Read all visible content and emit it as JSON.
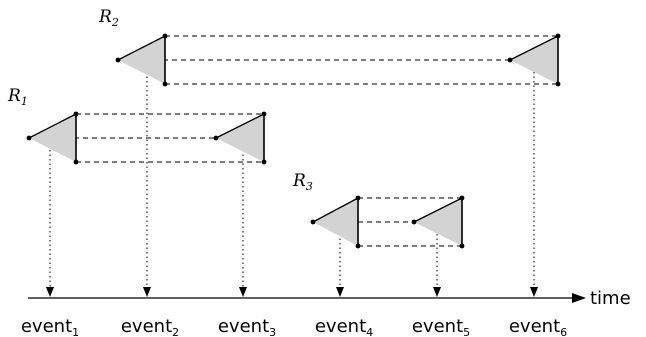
{
  "diagram": {
    "timeline": {
      "label": "time"
    },
    "events": [
      {
        "id": "event1",
        "text": "event",
        "sub": "1"
      },
      {
        "id": "event2",
        "text": "event",
        "sub": "2"
      },
      {
        "id": "event3",
        "text": "event",
        "sub": "3"
      },
      {
        "id": "event4",
        "text": "event",
        "sub": "4"
      },
      {
        "id": "event5",
        "text": "event",
        "sub": "5"
      },
      {
        "id": "event6",
        "text": "event",
        "sub": "6"
      }
    ],
    "regions": [
      {
        "id": "R1",
        "text": "R",
        "sub": "1",
        "starts_at_event": 1,
        "ends_at_event": 3
      },
      {
        "id": "R2",
        "text": "R",
        "sub": "2",
        "starts_at_event": 2,
        "ends_at_event": 6
      },
      {
        "id": "R3",
        "text": "R",
        "sub": "3",
        "starts_at_event": 4,
        "ends_at_event": 5
      }
    ],
    "colors": {
      "triangle_fill": "#d3d3d3",
      "stroke": "#000000"
    }
  }
}
